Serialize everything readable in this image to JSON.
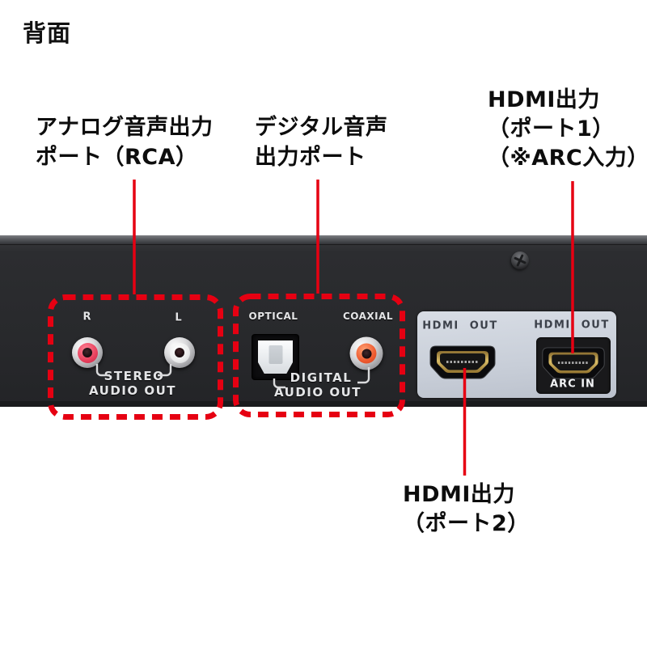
{
  "title": "背面",
  "callouts": {
    "analog": {
      "lines": [
        "アナログ音声出力",
        "ポート（RCA）"
      ]
    },
    "digital": {
      "lines": [
        "デジタル音声",
        "出力ポート"
      ]
    },
    "hdmi_port1": {
      "lines": [
        "HDMI出力",
        "（ポート1）",
        "（※ARC入力）"
      ]
    },
    "hdmi_port2": {
      "lines": [
        "HDMI出力",
        "（ポート2）"
      ]
    }
  },
  "rear_panel": {
    "stereo_section": {
      "right_jack_label": "R",
      "left_jack_label": "L",
      "caption_line1": "STEREO",
      "caption_line2": "AUDIO OUT"
    },
    "digital_section": {
      "optical_label": "OPTICAL",
      "coaxial_label": "COAXIAL",
      "caption_line1": "DIGITAL",
      "caption_line2": "AUDIO OUT"
    },
    "hdmi_section": {
      "port2_label": "HDMI OUT",
      "port1_label": "HDMI OUT",
      "arc_label": "ARC IN"
    }
  },
  "colors": {
    "annotation_red": "#e60012",
    "device_body": "#2b2c2f",
    "hdmi_panel_silver": "#c9cfd9",
    "rca_red": "#e83f5c",
    "rca_white": "#eceded",
    "coaxial_orange": "#ee5a2f",
    "hdmi_gold": "#c9a855"
  }
}
